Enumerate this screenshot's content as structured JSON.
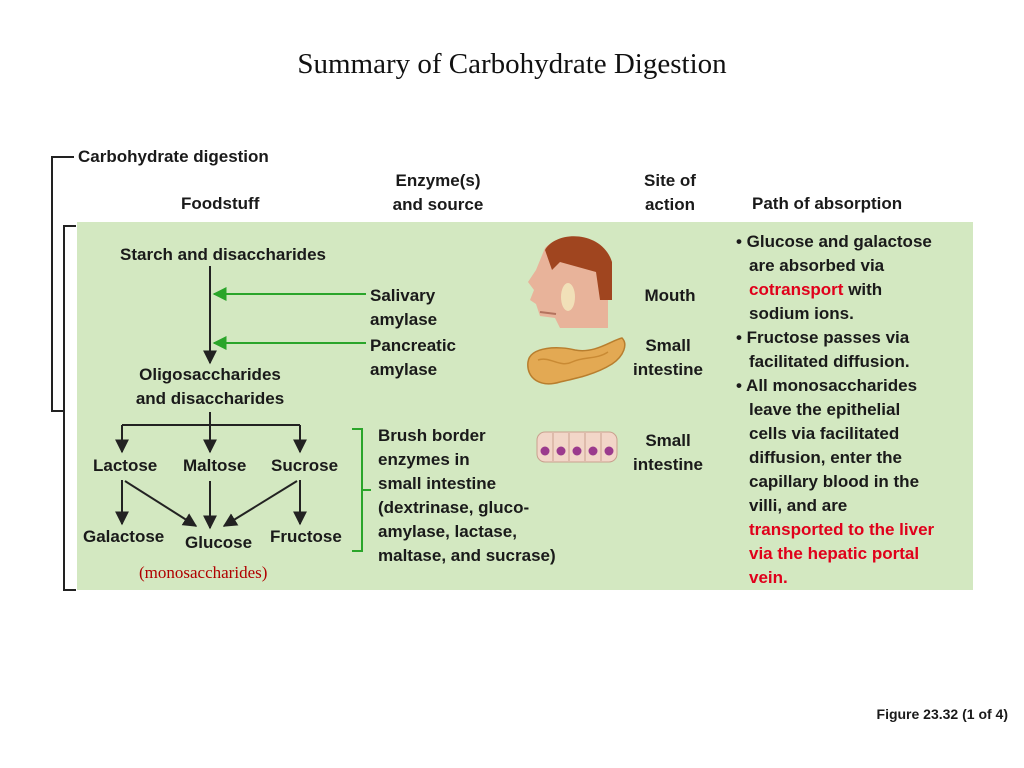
{
  "title": "Summary of Carbohydrate Digestion",
  "section_label": "Carbohydrate digestion",
  "headers": {
    "foodstuff": "Foodstuff",
    "enzyme_line1": "Enzyme(s)",
    "enzyme_line2": "and source",
    "site_line1": "Site of",
    "site_line2": "action",
    "path": "Path of absorption"
  },
  "foodstuff": {
    "starch": "Starch and disaccharides",
    "oligo_line1": "Oligosaccharides",
    "oligo_line2": "and disaccharides",
    "lactose": "Lactose",
    "maltose": "Maltose",
    "sucrose": "Sucrose",
    "galactose": "Galactose",
    "glucose": "Glucose",
    "fructose": "Fructose",
    "monosaccharides": "(monosaccharides)"
  },
  "enzymes": {
    "salivary_line1": "Salivary",
    "salivary_line2": "amylase",
    "pancreatic_line1": "Pancreatic",
    "pancreatic_line2": "amylase",
    "brush_lines": [
      "Brush border",
      "enzymes in",
      "small intestine",
      "(dextrinase, gluco-",
      "amylase, lactase,",
      "maltase, and sucrase)"
    ]
  },
  "sites": {
    "mouth": "Mouth",
    "small_intestine_1_line1": "Small",
    "small_intestine_1_line2": "intestine",
    "small_intestine_2_line1": "Small",
    "small_intestine_2_line2": "intestine"
  },
  "absorption": {
    "b1_line1": "• Glucose and galactose",
    "b1_line2": "are absorbed via",
    "b1_red": "cotransport",
    "b1_after_red": " with",
    "b1_line4": "sodium ions.",
    "b2_line1": "• Fructose passes via",
    "b2_line2": "facilitated diffusion.",
    "b3_line1": "• All monosaccharides",
    "b3_line2": "leave the epithelial",
    "b3_line3": "cells via facilitated",
    "b3_line4": "diffusion, enter the",
    "b3_line5": "capillary blood in the",
    "b3_line6": "villi, and are",
    "b3_red1": "transported to the liver",
    "b3_red2": "via the hepatic portal",
    "b3_red3": "vein."
  },
  "figure_label": "Figure 23.32 (1 of 4)",
  "icons": {
    "mouth": "head-profile-icon",
    "pancreas": "pancreas-icon",
    "intestine": "epithelial-cells-icon"
  },
  "colors": {
    "panel": "#d3e8c1",
    "enzyme_arrow": "#2aa52a",
    "highlight_red": "#e0001b",
    "monosaccharide_label": "#b00000"
  }
}
